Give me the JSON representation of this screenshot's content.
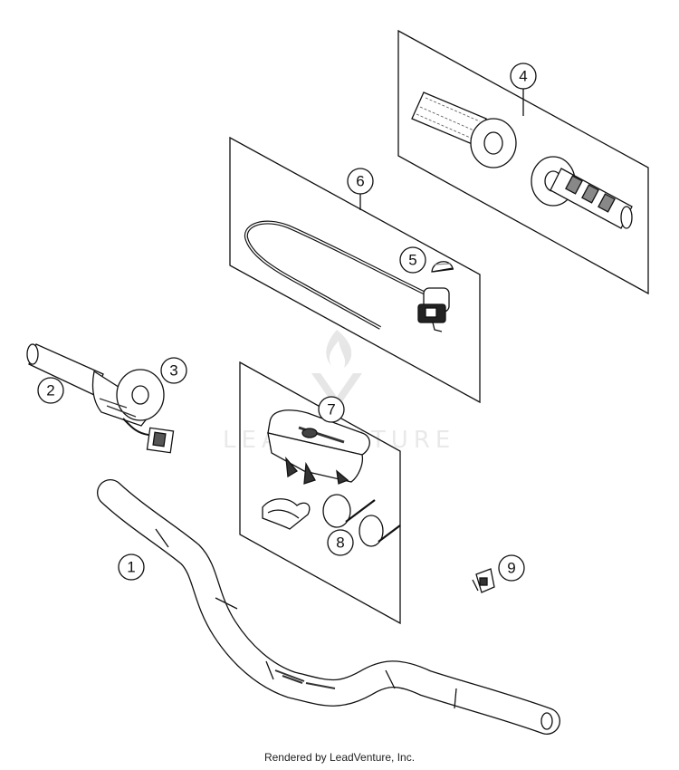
{
  "watermark": "LEADVENTURE",
  "callouts": [
    "1",
    "2",
    "3",
    "4",
    "5",
    "6",
    "7",
    "8",
    "9"
  ],
  "footer": "Rendered by LeadVenture, Inc."
}
